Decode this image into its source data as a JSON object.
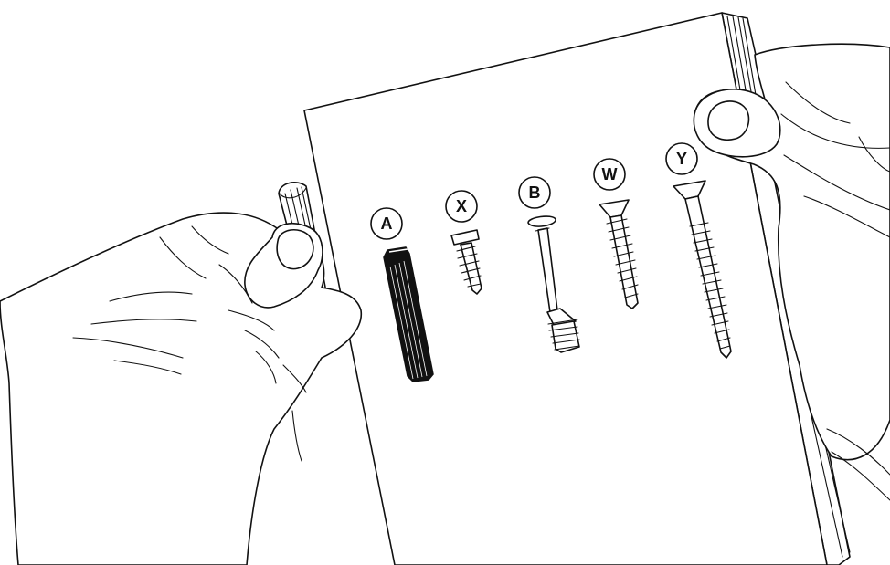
{
  "parts": [
    {
      "id": "dowel",
      "label": "A"
    },
    {
      "id": "short-screw",
      "label": "X"
    },
    {
      "id": "cam-bolt",
      "label": "B"
    },
    {
      "id": "medium-screw",
      "label": "W"
    },
    {
      "id": "long-screw",
      "label": "Y"
    }
  ]
}
